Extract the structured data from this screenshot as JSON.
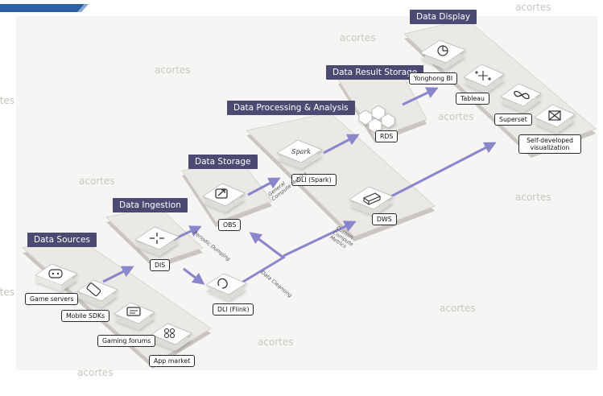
{
  "stages": {
    "data_sources": "Data Sources",
    "data_ingestion": "Data Ingestion",
    "data_storage": "Data Storage",
    "data_processing": "Data Processing & Analysis",
    "data_result_storage": "Data Result Storage",
    "data_display": "Data Display"
  },
  "nodes": {
    "game_servers": "Game servers",
    "mobile_sdks": "Mobile SDKs",
    "gaming_forums": "Gaming forums",
    "app_market": "App market",
    "dis": "DIS",
    "obs": "OBS",
    "dli_flink": "DLI (Flink)",
    "dli_spark": "DLI (Spark)",
    "dws": "DWS",
    "rds": "RDS",
    "yonghong_bi": "Yonghong BI",
    "tableau": "Tableau",
    "superset": "Superset",
    "self_developed": "Self-developed visualization"
  },
  "flows": {
    "periodic_dumping": "Periodic Dumping",
    "data_cleansing": "Data Cleansing",
    "general_compute": "General Compute Metrics",
    "custom_compute": "Custom Compute Metrics"
  },
  "icon_glyphs": {
    "spark": "Spark"
  },
  "watermark": "acortes",
  "colors": {
    "title_bg": "#4b4a72",
    "arrow": "#8a86cc",
    "platform": "#e8e6e2",
    "tile": "#ffffff"
  }
}
